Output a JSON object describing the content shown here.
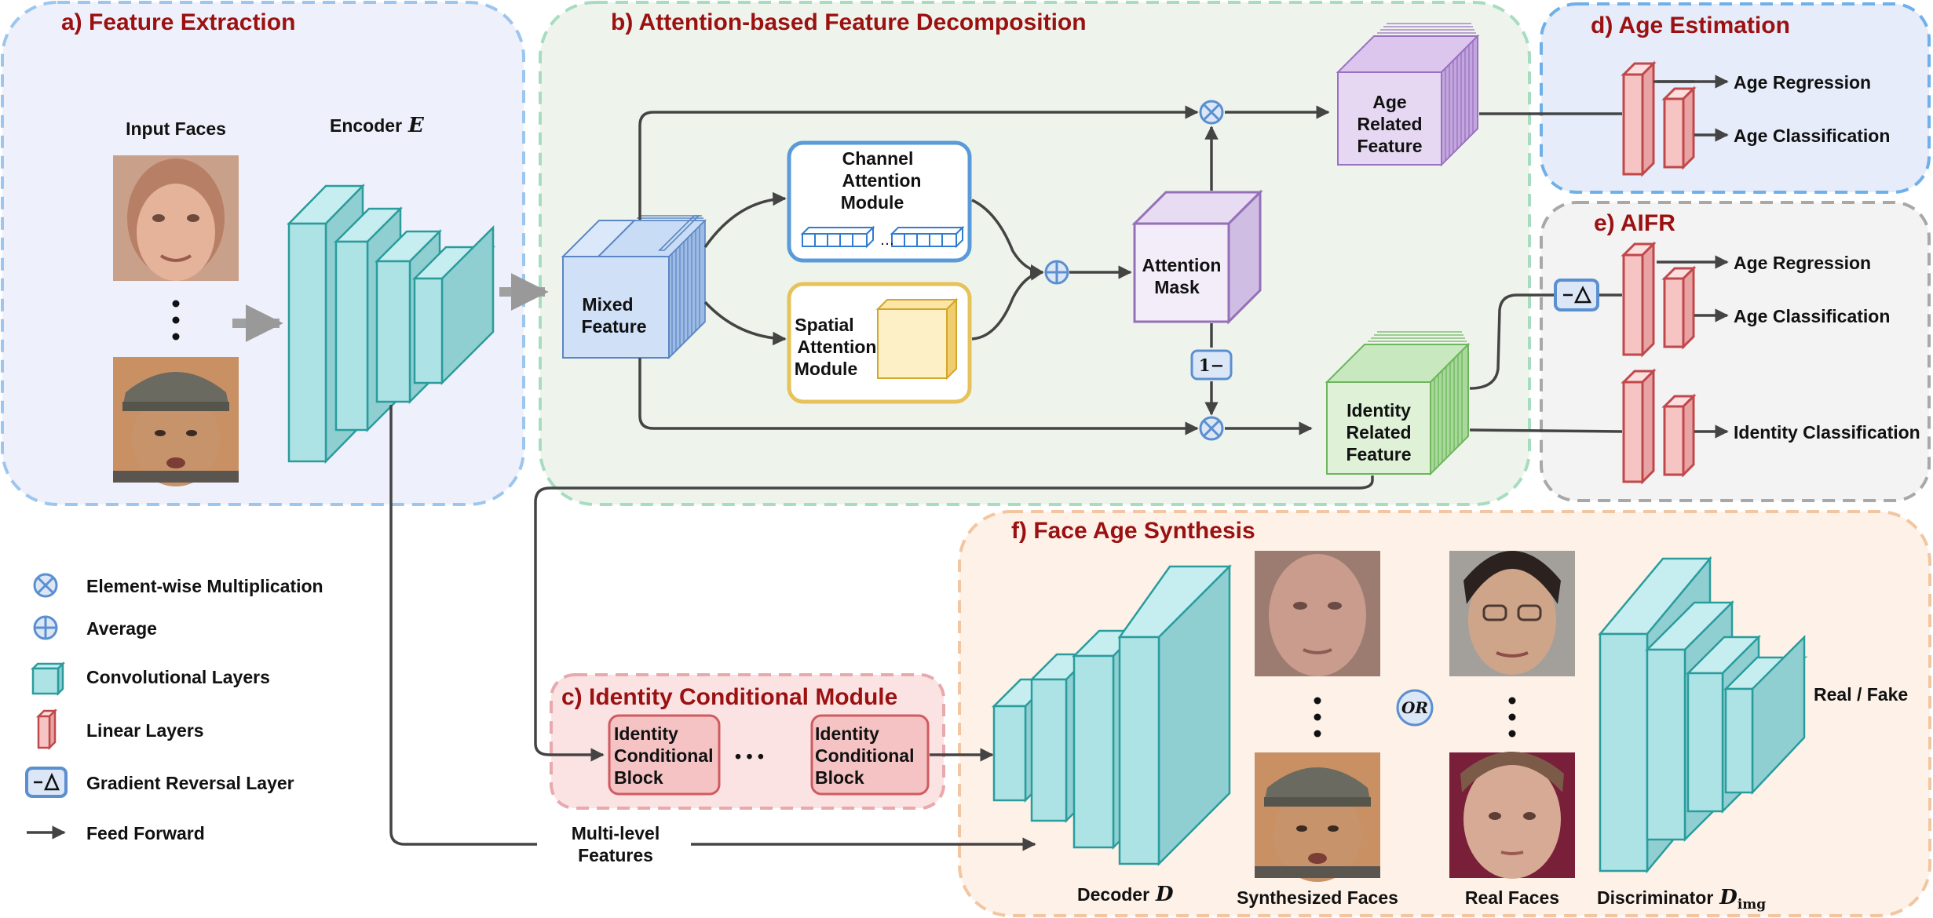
{
  "panels": {
    "a": "a) Feature Extraction",
    "b": "b) Attention-based Feature Decomposition",
    "c": "c) Identity Conditional Module",
    "d": "d) Age Estimation",
    "e": "e) AIFR",
    "f": "f) Face Age Synthesis"
  },
  "labels": {
    "input_faces": "Input Faces",
    "encoder": "Encoder",
    "encoder_sym": "E",
    "mixed_line1": "Mixed",
    "mixed_line2": "Feature",
    "cam_line1": "Channel",
    "cam_line2": "Attention",
    "cam_line3": "Module",
    "sam_line1": "Spatial",
    "sam_line2": "Attention",
    "sam_line3": "Module",
    "mask_line1": "Attention",
    "mask_line2": "Mask",
    "one_minus": "1−",
    "age_line1": "Age",
    "age_line2": "Related",
    "age_line3": "Feature",
    "id_line1": "Identity",
    "id_line2": "Related",
    "id_line3": "Feature",
    "age_regression": "Age Regression",
    "age_classification": "Age Classification",
    "identity_classification": "Identity Classification",
    "icb_line1": "Identity",
    "icb_line2": "Conditional",
    "icb_line3": "Block",
    "ellipsis": "• • •",
    "multilevel_line1": "Multi-level",
    "multilevel_line2": "Features",
    "decoder": "Decoder",
    "decoder_sym": "D",
    "synthesized_faces": "Synthesized Faces",
    "or": "OR",
    "real_faces": "Real Faces",
    "discriminator": "Discriminator",
    "disc_sym": "D",
    "disc_sub": "img",
    "real_fake": "Real / Fake"
  },
  "legend": [
    {
      "icon": "element-wise-multiplication-icon",
      "label": "Element-wise Multiplication"
    },
    {
      "icon": "average-icon",
      "label": "Average"
    },
    {
      "icon": "convolutional-layer-icon",
      "label": "Convolutional Layers"
    },
    {
      "icon": "linear-layer-icon",
      "label": "Linear Layers"
    },
    {
      "icon": "gradient-reversal-layer-icon",
      "label": "Gradient Reversal Layer"
    },
    {
      "icon": "feed-forward-arrow-icon",
      "label": "Feed Forward"
    }
  ],
  "colors": {
    "panel_title": "#9b1111",
    "conv_fill": "#aee3e6",
    "conv_stroke": "#2a9c9c",
    "linear_fill": "#f7c4c4",
    "linear_stroke": "#c0484a",
    "symbol": "#5b8fd0",
    "edge": "#444444"
  }
}
